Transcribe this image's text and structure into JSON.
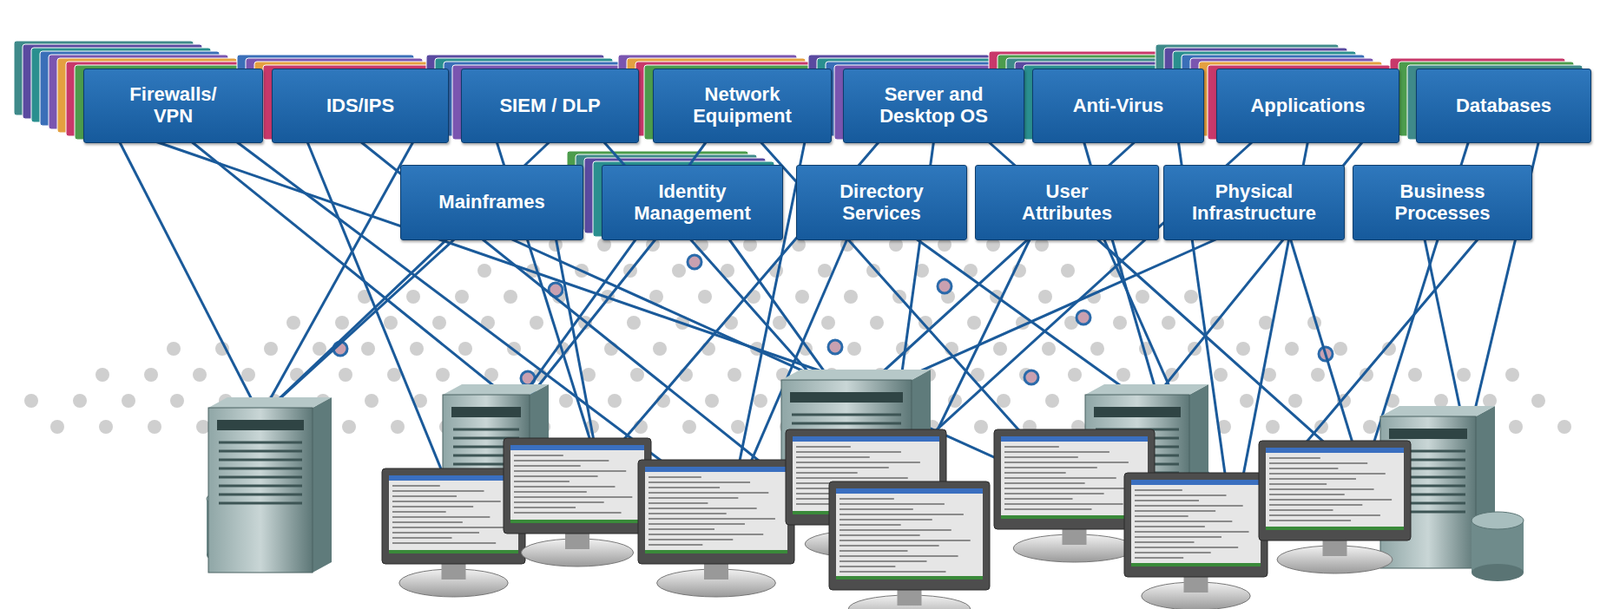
{
  "diagram": {
    "nodes": [
      {
        "text": [
          "Firewalls/ VPN"
        ]
      },
      {
        "text": [
          "IDS/IPS"
        ]
      },
      {
        "text": [
          "SIEM / DLP"
        ]
      },
      {
        "text": [
          "Network Equipment"
        ]
      },
      {
        "text": [
          "Server and Desktop OS"
        ]
      },
      {
        "text": [
          "Anti-Virus"
        ]
      },
      {
        "text": [
          "Applications"
        ]
      },
      {
        "text": [
          "Databases"
        ]
      },
      {
        "text": [
          "Mainframes"
        ]
      },
      {
        "text": [
          "Identity Management"
        ]
      },
      {
        "text": [
          "Directory Services"
        ]
      },
      {
        "text": [
          "User Attributes"
        ]
      },
      {
        "text": [
          "Physical Infrastructure"
        ]
      },
      {
        "text": [
          "Business Processes"
        ]
      }
    ]
  }
}
